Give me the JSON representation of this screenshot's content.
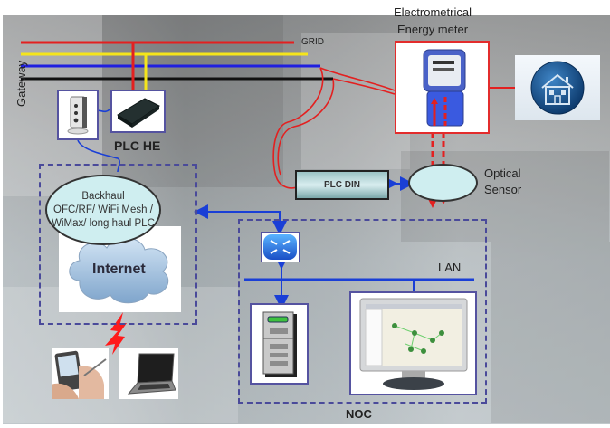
{
  "diagram": {
    "title_meter_line1": "Electrometrical",
    "title_meter_line2": "Energy meter",
    "grid_label": "GRID",
    "gateway_label": "Gateway",
    "plc_he_label": "PLC HE",
    "plc_din_label": "PLC DIN",
    "optical_sensor_line1": "Optical",
    "optical_sensor_line2": "Sensor",
    "backhaul_line1": "Backhaul",
    "backhaul_line2": "OFC/RF/ WiFi Mesh /",
    "backhaul_line3": "WiMax/ long haul PLC",
    "internet_label": "Internet",
    "lan_label": "LAN",
    "noc_label": "NOC"
  },
  "icons": {
    "gateway": "gateway-device-icon",
    "plc_he": "plc-head-end-icon",
    "meter": "energy-meter-icon",
    "home": "house-icon",
    "router": "router-icon",
    "server": "server-icon",
    "monitor": "monitor-icon",
    "pda": "handheld-pda-icon",
    "laptop": "laptop-icon",
    "wireless": "lightning-bolt-icon"
  },
  "colors": {
    "phase_red": "#e32020",
    "phase_yellow": "#f5e51b",
    "phase_blue": "#1f1fe0",
    "neutral_black": "#111111",
    "network_blue": "#1a3fd6",
    "dashed_border": "#4a4a9a",
    "ellipse_fill": "#cfeef0"
  }
}
